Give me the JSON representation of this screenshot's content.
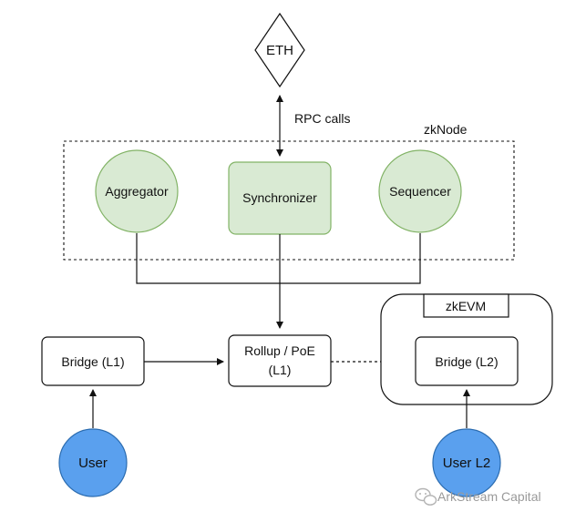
{
  "diagram": {
    "eth_label": "ETH",
    "rpc_label": "RPC calls",
    "zknode_label": "zkNode",
    "aggregator_label": "Aggregator",
    "synchronizer_label": "Synchronizer",
    "sequencer_label": "Sequencer",
    "bridge_l1_label": "Bridge (L1)",
    "rollup_line1": "Rollup / PoE",
    "rollup_line2": "(L1)",
    "zkevm_label": "zkEVM",
    "bridge_l2_label": "Bridge (L2)",
    "user_label": "User",
    "user_l2_label": "User L2"
  },
  "watermark": {
    "text": "ArkStream Capital",
    "icon": "wechat-icon"
  },
  "colors": {
    "node_green_fill": "#d9ead3",
    "node_green_stroke": "#82b366",
    "user_blue_fill": "#5aa0ee",
    "user_blue_stroke": "#2b6cb0",
    "line": "#111111"
  }
}
